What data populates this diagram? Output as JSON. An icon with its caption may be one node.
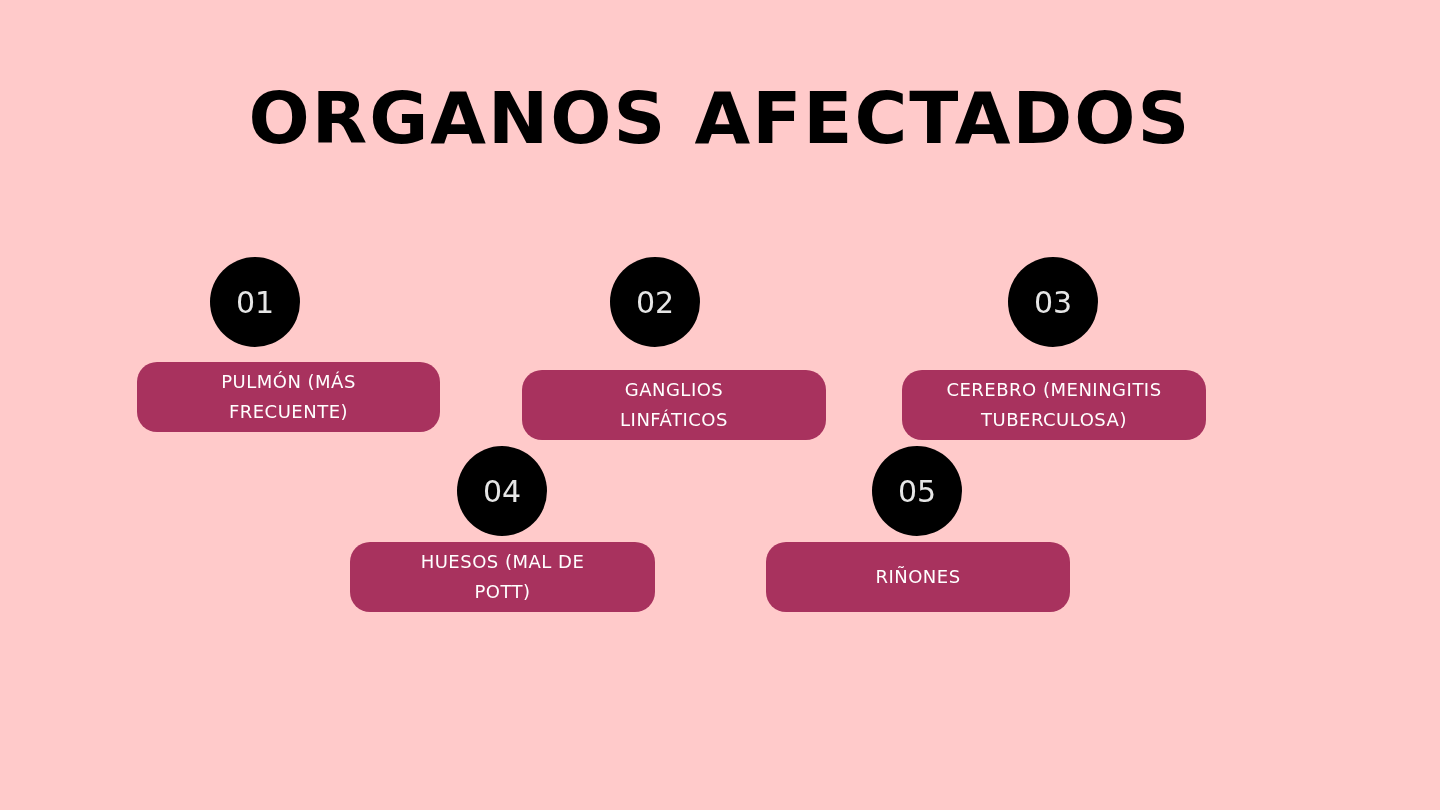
{
  "diagram": {
    "title": "ORGANOS AFECTADOS",
    "nodes": [
      {
        "text": [
          "01"
        ]
      },
      {
        "text": [
          "PULMÓN (MÁS FRECUENTE)"
        ]
      },
      {
        "text": [
          "02"
        ]
      },
      {
        "text": [
          "GANGLIOS LINFÁTICOS"
        ]
      },
      {
        "text": [
          "03"
        ]
      },
      {
        "text": [
          "CEREBRO (MENINGITIS TUBERCULOSA)"
        ]
      },
      {
        "text": [
          "04"
        ]
      },
      {
        "text": [
          "HUESOS (MAL DE POTT)"
        ]
      },
      {
        "text": [
          "05"
        ]
      },
      {
        "text": [
          "RIÑONES"
        ]
      }
    ]
  }
}
